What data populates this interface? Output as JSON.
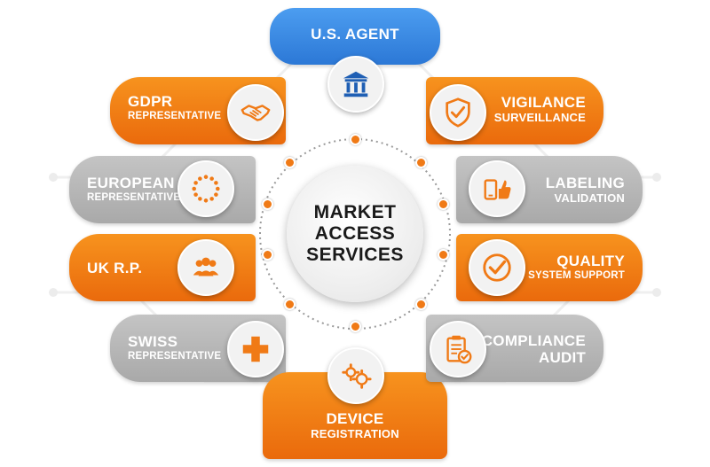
{
  "center": {
    "line1": "MARKET",
    "line2": "ACCESS",
    "line3": "SERVICES"
  },
  "services": {
    "us_agent": {
      "line1": "U.S. AGENT",
      "icon": "government-building-icon"
    },
    "gdpr": {
      "line1": "GDPR",
      "line2": "REPRESENTATIVE",
      "icon": "handshake-icon"
    },
    "european": {
      "line1": "EUROPEAN",
      "line2": "REPRESENTATIVE",
      "icon": "eu-stars-icon"
    },
    "uk": {
      "line1": "UK R.P.",
      "icon": "people-group-icon"
    },
    "swiss": {
      "line1": "SWISS",
      "line2": "REPRESENTATIVE",
      "icon": "swiss-cross-icon"
    },
    "device": {
      "line1": "DEVICE",
      "line2": "REGISTRATION",
      "icon": "gears-icon"
    },
    "vigilance": {
      "line1": "VIGILANCE",
      "line2": "SURVEILLANCE",
      "icon": "shield-check-icon"
    },
    "labeling": {
      "line1": "LABELING",
      "line2": "VALIDATION",
      "icon": "phone-thumbs-up-icon"
    },
    "quality": {
      "line1": "QUALITY",
      "line2": "SYSTEM SUPPORT",
      "icon": "check-circle-icon"
    },
    "compliance": {
      "line1": "COMPLIANCE",
      "line2": "AUDIT",
      "icon": "clipboard-check-icon"
    }
  },
  "colors": {
    "orange": "#f07a16",
    "gray": "#b3b3b3",
    "blue": "#2c78d6",
    "icon_blue": "#1f5fb4"
  }
}
